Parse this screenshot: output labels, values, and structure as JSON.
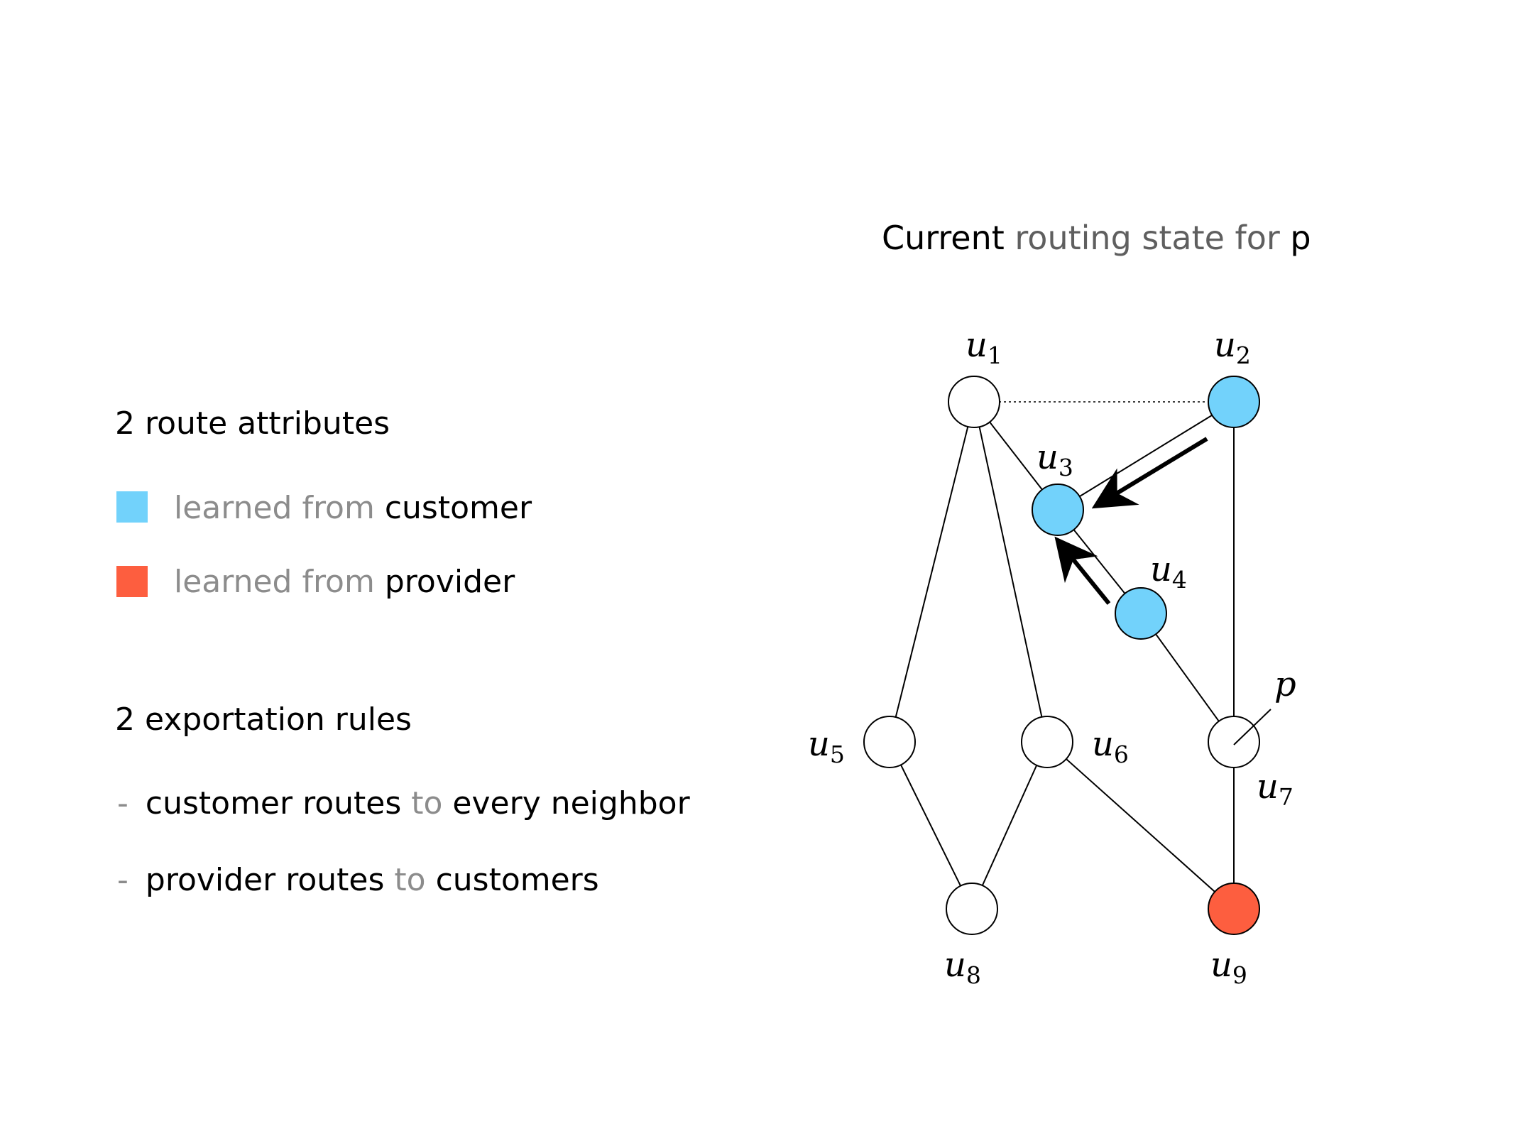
{
  "title": {
    "part1": "Current",
    "part2": "routing state for",
    "part3": "p"
  },
  "attributes": {
    "heading": "2 route attributes",
    "items": [
      {
        "gray": "learned from",
        "black": "customer",
        "color": "#72d2fb"
      },
      {
        "gray": "learned from",
        "black": "provider",
        "color": "#fd5e3f"
      }
    ]
  },
  "rules": {
    "heading": "2 exportation rules",
    "items": [
      {
        "dash": "-",
        "a": "customer routes",
        "b": "to",
        "c": "every neighbor"
      },
      {
        "dash": "-",
        "a": "provider routes",
        "b": "to",
        "c": "customers"
      }
    ]
  },
  "graph": {
    "nodes": [
      {
        "id": "u1",
        "base": "u",
        "sub": "1",
        "fill": "#ffffff"
      },
      {
        "id": "u2",
        "base": "u",
        "sub": "2",
        "fill": "#72d2fb"
      },
      {
        "id": "u3",
        "base": "u",
        "sub": "3",
        "fill": "#72d2fb"
      },
      {
        "id": "u4",
        "base": "u",
        "sub": "4",
        "fill": "#72d2fb"
      },
      {
        "id": "u5",
        "base": "u",
        "sub": "5",
        "fill": "#ffffff"
      },
      {
        "id": "u6",
        "base": "u",
        "sub": "6",
        "fill": "#ffffff"
      },
      {
        "id": "u7",
        "base": "u",
        "sub": "7",
        "fill": "#ffffff"
      },
      {
        "id": "u8",
        "base": "u",
        "sub": "8",
        "fill": "#ffffff"
      },
      {
        "id": "u9",
        "base": "u",
        "sub": "9",
        "fill": "#fd5e3f"
      }
    ],
    "edges": [
      {
        "from": "u1",
        "to": "u2",
        "style": "dotted"
      },
      {
        "from": "u1",
        "to": "u3",
        "style": "solid"
      },
      {
        "from": "u1",
        "to": "u5",
        "style": "solid"
      },
      {
        "from": "u1",
        "to": "u6",
        "style": "solid"
      },
      {
        "from": "u2",
        "to": "u3",
        "style": "solid"
      },
      {
        "from": "u2",
        "to": "u7",
        "style": "solid"
      },
      {
        "from": "u3",
        "to": "u4",
        "style": "solid"
      },
      {
        "from": "u4",
        "to": "u7",
        "style": "solid"
      },
      {
        "from": "u5",
        "to": "u8",
        "style": "solid"
      },
      {
        "from": "u6",
        "to": "u8",
        "style": "solid"
      },
      {
        "from": "u6",
        "to": "u9",
        "style": "solid"
      },
      {
        "from": "u7",
        "to": "u9",
        "style": "solid"
      }
    ],
    "route_arrows": [
      {
        "from": "u2",
        "to": "u3"
      },
      {
        "from": "u4",
        "to": "u3"
      }
    ],
    "prefix_label": "p",
    "prefix_node": "u7"
  }
}
